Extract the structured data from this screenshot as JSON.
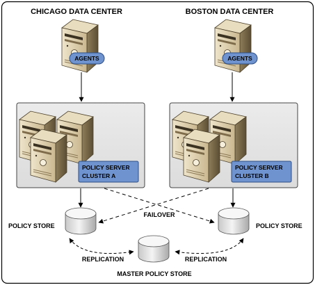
{
  "datacenters": [
    {
      "title": "CHICAGO DATA CENTER",
      "agents_label": "AGENTS",
      "cluster_line1": "POLICY SERVER",
      "cluster_line2": "CLUSTER A",
      "store_label": "POLICY STORE"
    },
    {
      "title": "BOSTON DATA CENTER",
      "agents_label": "AGENTS",
      "cluster_line1": "POLICY SERVER",
      "cluster_line2": "CLUSTER B",
      "store_label": "POLICY STORE"
    }
  ],
  "links": {
    "failover_label": "FAILOVER",
    "replication_left_label": "REPLICATION",
    "replication_right_label": "REPLICATION"
  },
  "master_store_label": "MASTER POLICY STORE",
  "colors": {
    "badge_fill": "#6E93CF",
    "badge_stroke": "#2F4F86",
    "cluster_panel": "#E4E4E4",
    "server_body": "#D9CBA8",
    "server_dark": "#6B5B3C",
    "cylinder_fill": "#E6E6E6",
    "frame_stroke": "#000000"
  },
  "icons": [
    "server-icon",
    "database-icon"
  ]
}
